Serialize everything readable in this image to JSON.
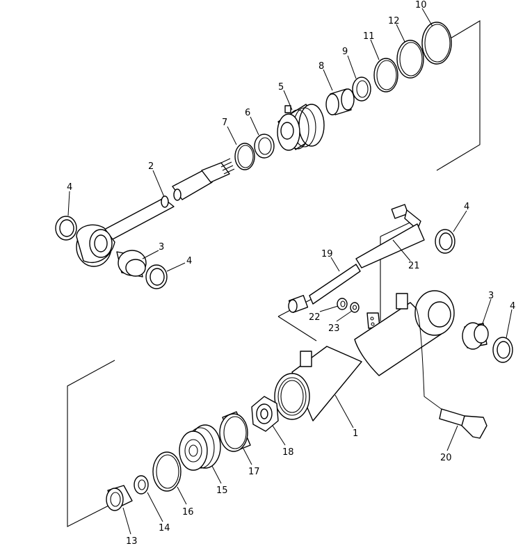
{
  "diagram": {
    "type": "exploded-parts-diagram",
    "callouts": {
      "c1": "1",
      "c2": "2",
      "c3a": "3",
      "c3b": "3",
      "c4a": "4",
      "c4b": "4",
      "c4c": "4",
      "c4d": "4",
      "c5": "5",
      "c6": "6",
      "c7": "7",
      "c8": "8",
      "c9": "9",
      "c10": "10",
      "c11": "11",
      "c12": "12",
      "c13": "13",
      "c14": "14",
      "c15": "15",
      "c16": "16",
      "c17": "17",
      "c18": "18",
      "c19": "19",
      "c20": "20",
      "c21": "21",
      "c22": "22",
      "c23": "23"
    }
  }
}
